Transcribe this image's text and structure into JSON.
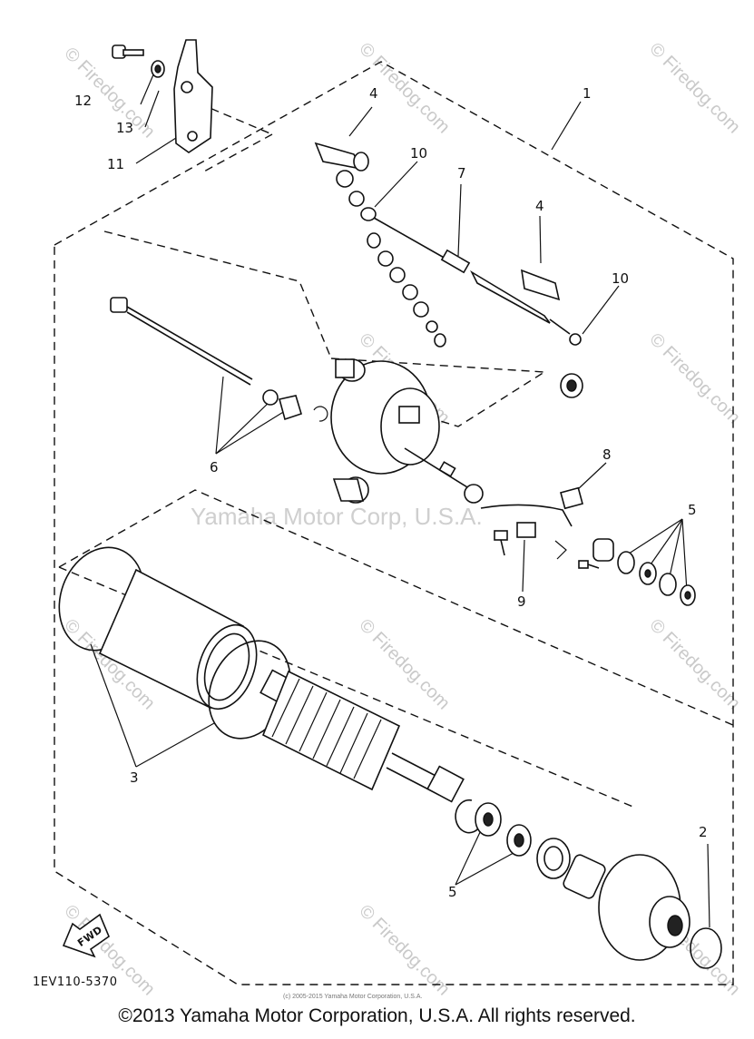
{
  "diagram": {
    "callouts": {
      "c1": "1",
      "c2": "2",
      "c3": "3",
      "c4a": "4",
      "c4b": "4",
      "c5a": "5",
      "c5b": "5",
      "c6": "6",
      "c7": "7",
      "c8": "8",
      "c9": "9",
      "c10a": "10",
      "c10b": "10",
      "c11": "11",
      "c12": "12",
      "c13": "13"
    },
    "fwd_label": "FWD",
    "part_code": "1EV110-5370",
    "small_notice": "(c) 2005-2015 Yamaha Motor Corporation, U.S.A."
  },
  "watermarks": {
    "site": "© Firedog.com",
    "brand": "Yamaha Motor Corp, U.S.A."
  },
  "footer": {
    "copyright": "©2013 Yamaha Motor Corporation, U.S.A. All rights reserved."
  }
}
